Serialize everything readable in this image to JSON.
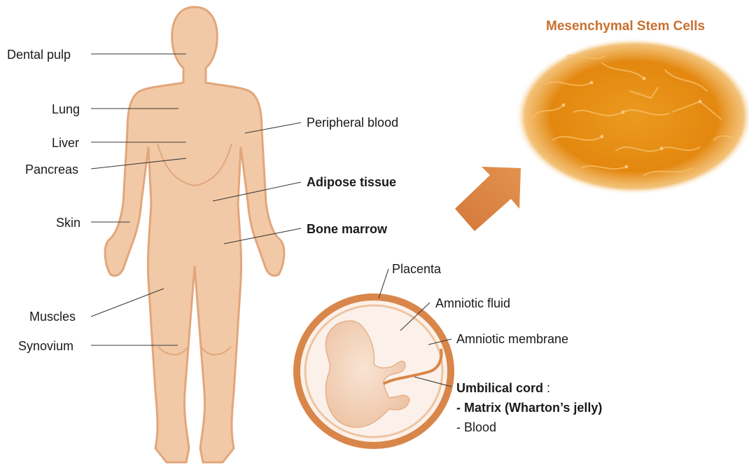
{
  "title": "Mesenchymal Stem Cells",
  "body_labels": {
    "dental_pulp": "Dental pulp",
    "lung": "Lung",
    "liver": "Liver",
    "pancreas": "Pancreas",
    "skin": "Skin",
    "muscles": "Muscles",
    "synovium": "Synovium",
    "peripheral_blood": "Peripheral blood",
    "adipose_tissue": "Adipose tissue",
    "bone_marrow": "Bone marrow"
  },
  "fetal_labels": {
    "placenta": "Placenta",
    "amniotic_fluid": "Amniotic fluid",
    "amniotic_membrane": "Amniotic membrane",
    "umbilical_cord": "Umbilical cord",
    "umbilical_colon": " :",
    "matrix": "- Matrix (Wharton’s jelly)",
    "blood": "- Blood"
  },
  "colors": {
    "skin": "#f2c9a6",
    "skin_outline": "#e2a67b",
    "cells_bg": "#e58a12",
    "arrow": "#d9803f",
    "title": "#c8702e",
    "uterus": "#d9864a"
  },
  "icons": {
    "human_body": "human-body-silhouette",
    "cell_culture": "cell-culture-image",
    "fetus": "fetus-in-womb",
    "arrow": "arrow-up-right"
  }
}
